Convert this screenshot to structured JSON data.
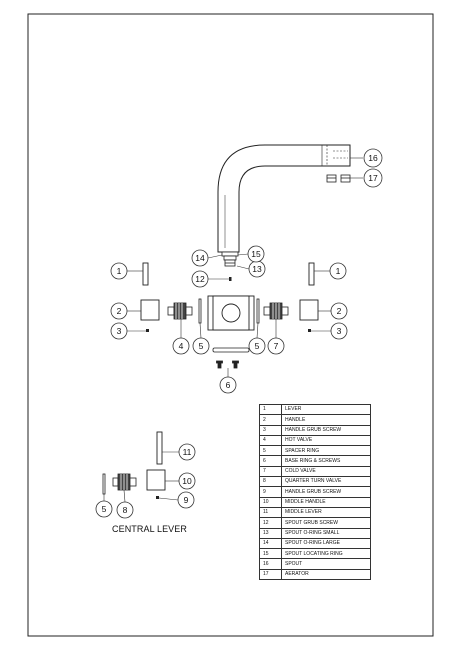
{
  "callouts": [
    "1",
    "1",
    "2",
    "2",
    "3",
    "3",
    "4",
    "5",
    "5",
    "6",
    "7",
    "12",
    "13",
    "14",
    "15",
    "16",
    "17",
    "11",
    "10",
    "9",
    "8",
    "5"
  ],
  "central_label": "CENTRAL LEVER",
  "parts": [
    {
      "num": "1",
      "name": "LEVER"
    },
    {
      "num": "2",
      "name": "HANDLE"
    },
    {
      "num": "3",
      "name": "HANDLE GRUB SCREW"
    },
    {
      "num": "4",
      "name": "HOT VALVE"
    },
    {
      "num": "5",
      "name": "SPACER RING"
    },
    {
      "num": "6",
      "name": "BASE RING & SCREWS"
    },
    {
      "num": "7",
      "name": "COLD VALVE"
    },
    {
      "num": "8",
      "name": "QUARTER TURN VALVE"
    },
    {
      "num": "9",
      "name": "HANDLE GRUB SCREW"
    },
    {
      "num": "10",
      "name": "MIDDLE HANDLE"
    },
    {
      "num": "11",
      "name": "MIDDLE LEVER"
    },
    {
      "num": "12",
      "name": "SPOUT GRUB SCREW"
    },
    {
      "num": "13",
      "name": "SPOUT O-RING SMALL"
    },
    {
      "num": "14",
      "name": "SPOUT O-RING LARGE"
    },
    {
      "num": "15",
      "name": "SPOUT LOCATING RING"
    },
    {
      "num": "16",
      "name": "SPOUT"
    },
    {
      "num": "17",
      "name": "AERATOR"
    }
  ]
}
